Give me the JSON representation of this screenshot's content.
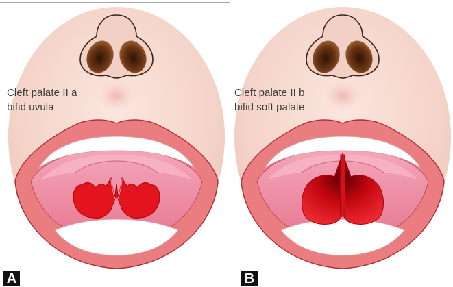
{
  "panels": [
    {
      "letter": "A",
      "caption_line1": "Cleft palate II a",
      "caption_line2": "bifid uvula"
    },
    {
      "letter": "B",
      "caption_line1": "Cleft palate II b",
      "caption_line2": "bifid soft palate"
    }
  ],
  "colors": {
    "face": "#f6d9cf",
    "lips": "#e97d80",
    "lip_outline": "#b0303a",
    "teeth": "#ffffff",
    "throat": "#ee8fa6",
    "cleft": "#e4141e",
    "cleft_dark": "#7a0008",
    "nostril": "#6b3514"
  }
}
